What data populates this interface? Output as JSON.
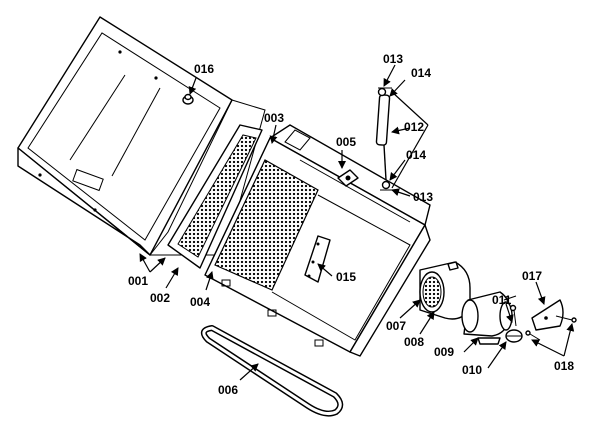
{
  "callouts": {
    "c001": "001",
    "c002": "002",
    "c003": "003",
    "c004": "004",
    "c005": "005",
    "c006": "006",
    "c007": "007",
    "c008": "008",
    "c009": "009",
    "c010": "010",
    "c011": "011",
    "c012": "012",
    "c013a": "013",
    "c013b": "013",
    "c014a": "014",
    "c014b": "014",
    "c015": "015",
    "c016": "016",
    "c017": "017",
    "c018": "018"
  }
}
